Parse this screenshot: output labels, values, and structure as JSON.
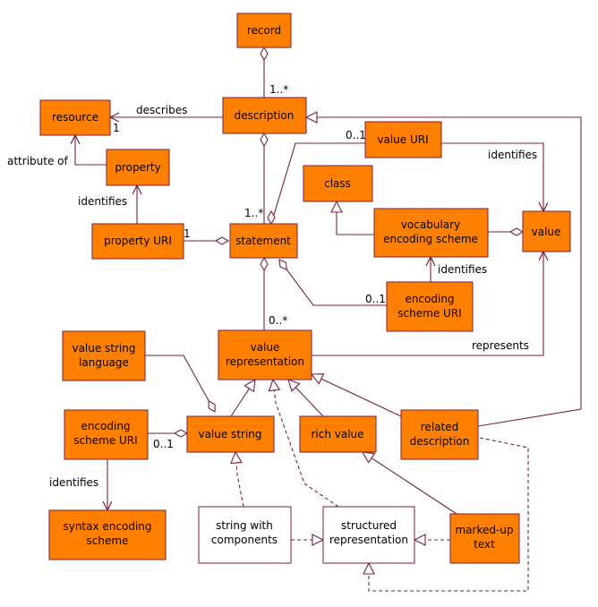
{
  "colors": {
    "box_fill": "#ff8000",
    "box_border": "#7a1e3c",
    "white_box_fill": "#ffffff",
    "connector": "#7a1e3c"
  },
  "boxes": {
    "record": [
      "record"
    ],
    "description": [
      "description"
    ],
    "resource": [
      "resource"
    ],
    "property": [
      "property"
    ],
    "property_uri": [
      "property URI"
    ],
    "statement": [
      "statement"
    ],
    "value_uri": [
      "value URI"
    ],
    "class": [
      "class"
    ],
    "vocabulary_encoding_scheme": [
      "vocabulary",
      "encoding scheme"
    ],
    "value": [
      "value"
    ],
    "encoding_scheme_uri_top": [
      "encoding",
      "scheme URI"
    ],
    "value_representation": [
      "value",
      "representation"
    ],
    "value_string_language": [
      "value string",
      "language"
    ],
    "encoding_scheme_uri_left": [
      "encoding",
      "scheme URI"
    ],
    "value_string": [
      "value string"
    ],
    "rich_value": [
      "rich value"
    ],
    "related_description": [
      "related",
      "description"
    ],
    "syntax_encoding_scheme": [
      "syntax encoding",
      "scheme"
    ],
    "string_with_components": [
      "string with",
      "components"
    ],
    "structured_representation": [
      "structured",
      "representation"
    ],
    "marked_up_text": [
      "marked-up",
      "text"
    ]
  },
  "labels": {
    "describes": "describes",
    "describes_mult": "1",
    "record_mult": "1..*",
    "attribute_of": "attribute of",
    "identifies_property": "identifies",
    "property_uri_mult": "1",
    "statement_mult": "1..*",
    "value_uri_mult": "0..1",
    "identifies_value": "identifies",
    "identifies_vocab": "identifies",
    "encoding_uri_mult": "0..1",
    "value_rep_mult": "0..*",
    "represents": "represents",
    "value_string_enc_mult": "0..1",
    "identifies_syntax": "identifies"
  }
}
